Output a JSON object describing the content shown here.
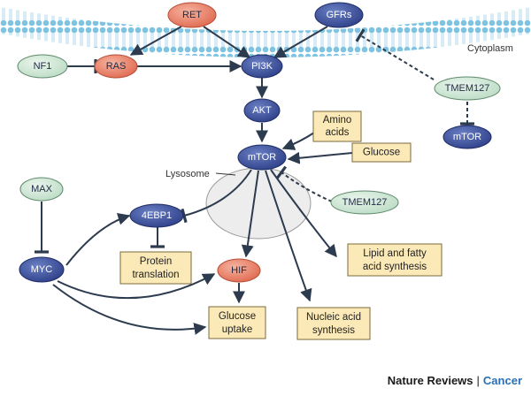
{
  "nodes": {
    "ret": "RET",
    "gfrs": "GFRs",
    "nf1": "NF1",
    "ras": "RAS",
    "pi3k": "PI3K",
    "akt": "AKT",
    "mtor": "mTOR",
    "tmem127_top": "TMEM127",
    "mtor_small": "mTOR",
    "tmem127_lys": "TMEM127",
    "max": "MAX",
    "myc": "MYC",
    "ebp1": "4EBP1",
    "hif": "HIF"
  },
  "boxes": {
    "amino_acids": [
      "Amino",
      "acids"
    ],
    "glucose": "Glucose",
    "protein_translation": [
      "Protein",
      "translation"
    ],
    "lipid": [
      "Lipid and fatty",
      "acid synthesis"
    ],
    "glucose_uptake": [
      "Glucose",
      "uptake"
    ],
    "nucleic": [
      "Nucleic acid",
      "synthesis"
    ]
  },
  "labels": {
    "cytoplasm": "Cytoplasm",
    "lysosome": "Lysosome"
  },
  "brand": {
    "journal": "Nature Reviews",
    "separator": "|",
    "section": "Cancer"
  },
  "colors": {
    "blue_node": "#3a4f9a",
    "orange_node": "#e9826a",
    "green_node": "#cfe5d4",
    "box_fill": "#fbe9b7",
    "membrane": "#bfe0ef",
    "accent": "#2a6fb4"
  }
}
